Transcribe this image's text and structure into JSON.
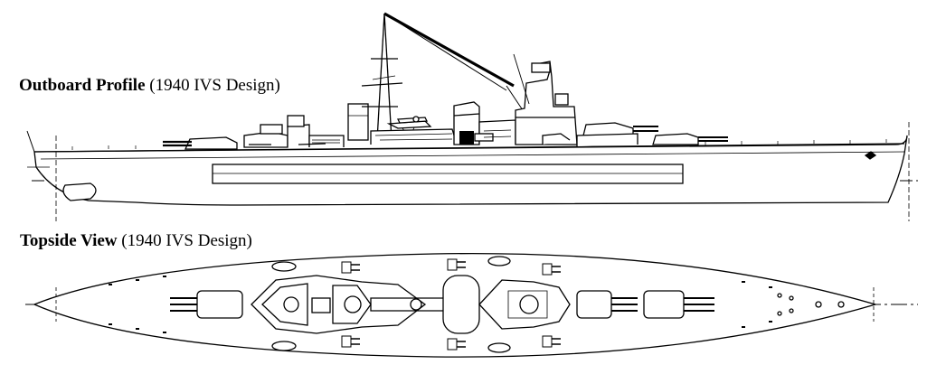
{
  "profile_caption": {
    "bold": "Outboard Profile",
    "rest": " (1940 IVS Design)"
  },
  "topside_caption": {
    "bold": "Topside View",
    "rest": " (1940 IVS Design)"
  },
  "colors": {
    "ink": "#000000",
    "paper": "#ffffff"
  }
}
